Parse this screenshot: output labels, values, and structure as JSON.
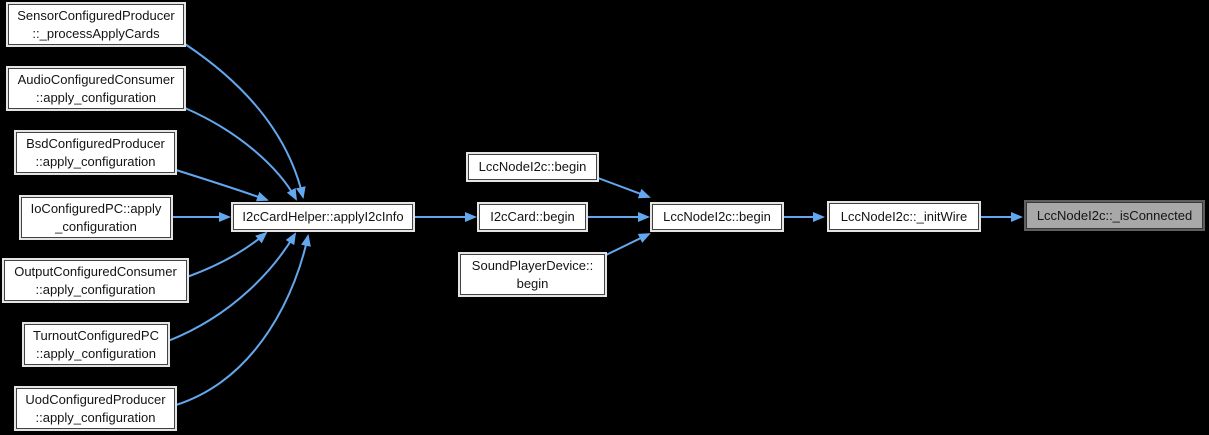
{
  "diagram": {
    "type": "call-graph",
    "background": "#000000",
    "colors": {
      "edge": "#63A7EE",
      "node_fill": "#FFFFFF",
      "node_border": "#424242",
      "node_outline": "#E4E4E4",
      "current_node_fill": "#A8A8A8",
      "current_node_ring": "#5F5F5F",
      "text": "#141414"
    },
    "nodes": [
      {
        "id": "sensor",
        "label": "SensorConfiguredProducer\n::_processApplyCards"
      },
      {
        "id": "audio",
        "label": "AudioConfiguredConsumer\n::apply_configuration"
      },
      {
        "id": "bsd",
        "label": "BsdConfiguredProducer\n::apply_configuration"
      },
      {
        "id": "io",
        "label": "IoConfiguredPC::apply\n_configuration"
      },
      {
        "id": "output",
        "label": "OutputConfiguredConsumer\n::apply_configuration"
      },
      {
        "id": "turnout",
        "label": "TurnoutConfiguredPC\n::apply_configuration"
      },
      {
        "id": "uod",
        "label": "UodConfiguredProducer\n::apply_configuration"
      },
      {
        "id": "applyi2cinfo",
        "label": "I2cCardHelper::applyI2cInfo"
      },
      {
        "id": "lccnode-begin-caller",
        "label": "LccNodeI2c::begin"
      },
      {
        "id": "i2ccard-begin",
        "label": "I2cCard::begin"
      },
      {
        "id": "soundplayer-begin",
        "label": "SoundPlayerDevice::\nbegin"
      },
      {
        "id": "lccnode-begin",
        "label": "LccNodeI2c::begin"
      },
      {
        "id": "initwire",
        "label": "LccNodeI2c::_initWire"
      },
      {
        "id": "isconnected",
        "label": "LccNodeI2c::_isConnected",
        "current": true
      }
    ],
    "edges": [
      {
        "from": "sensor",
        "to": "applyi2cinfo"
      },
      {
        "from": "audio",
        "to": "applyi2cinfo"
      },
      {
        "from": "bsd",
        "to": "applyi2cinfo"
      },
      {
        "from": "io",
        "to": "applyi2cinfo"
      },
      {
        "from": "output",
        "to": "applyi2cinfo"
      },
      {
        "from": "turnout",
        "to": "applyi2cinfo"
      },
      {
        "from": "uod",
        "to": "applyi2cinfo"
      },
      {
        "from": "applyi2cinfo",
        "to": "i2ccard-begin"
      },
      {
        "from": "lccnode-begin-caller",
        "to": "lccnode-begin"
      },
      {
        "from": "i2ccard-begin",
        "to": "lccnode-begin"
      },
      {
        "from": "soundplayer-begin",
        "to": "lccnode-begin"
      },
      {
        "from": "lccnode-begin",
        "to": "initwire"
      },
      {
        "from": "initwire",
        "to": "isconnected"
      }
    ]
  }
}
